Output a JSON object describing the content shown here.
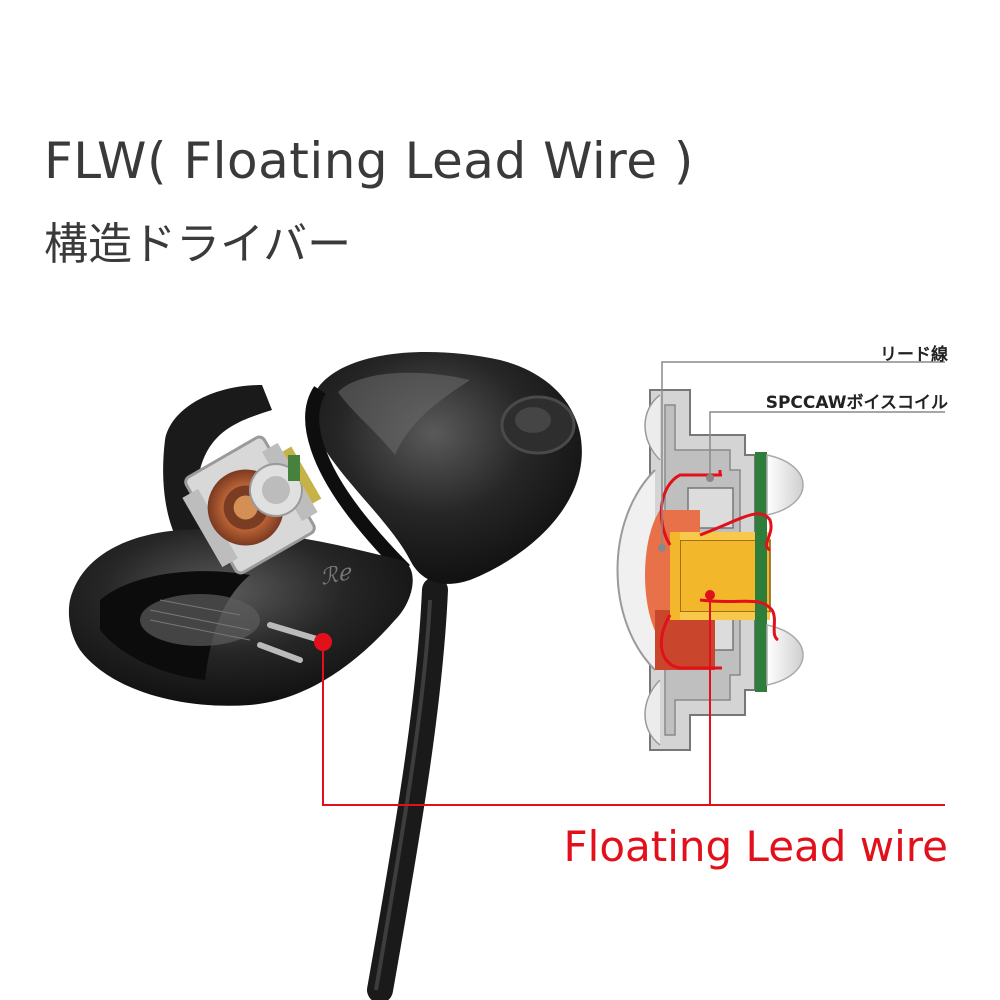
{
  "title": {
    "line1": "FLW( Floating Lead Wire )",
    "line2": "構造ドライバー"
  },
  "callouts": {
    "lead_wire": "リード線",
    "voice_coil": "SPCCAWボイスコイル",
    "floating_lead_wire": "Floating Lead wire"
  },
  "colors": {
    "accent_red": "#e1101b",
    "copper": "#e8714a",
    "coil_yellow": "#f2b72b",
    "frame_gray": "#bfbfbf",
    "board_green": "#2f7d3a",
    "earphone_black": "#1c1c1c"
  }
}
